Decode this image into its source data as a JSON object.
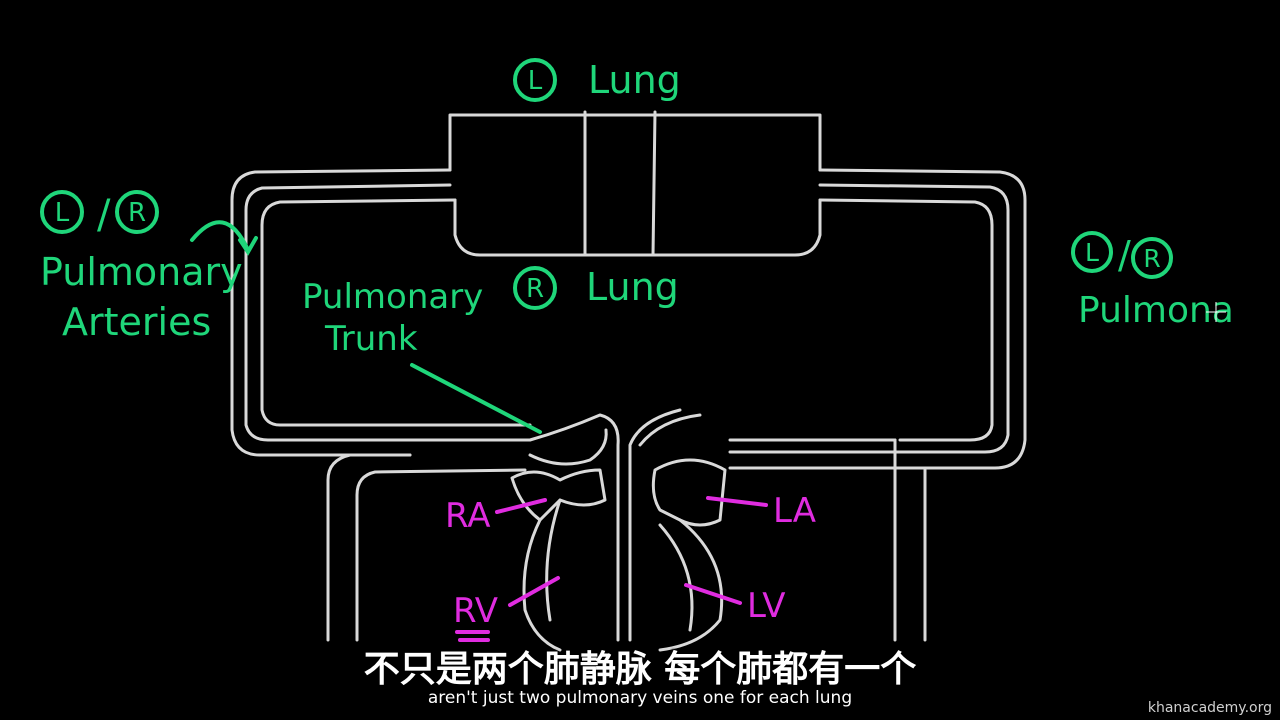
{
  "labels": {
    "left_lung_circle": "L",
    "left_lung": "Lung",
    "right_lung_circle": "R",
    "right_lung": "Lung",
    "pa_circle_l": "L",
    "pa_slash": "/",
    "pa_circle_r": "R",
    "pa_line1": "Pulmonary",
    "pa_line2": "Arteries",
    "trunk_line1": "Pulmonary",
    "trunk_line2": "Trunk",
    "pv_circle_l": "L",
    "pv_slash": "/",
    "pv_circle_r": "R",
    "pv_text": "Pulmona",
    "ra": "RA",
    "rv": "RV",
    "la": "LA",
    "lv": "LV"
  },
  "subtitles": {
    "zh": "不只是两个肺静脉 每个肺都有一个",
    "en": "aren't just two pulmonary veins one for each lung"
  },
  "watermark": "khanacademy.org",
  "colors": {
    "background": "#000000",
    "vessel": "#d9d9d9",
    "label_green": "#1fd67a",
    "label_magenta": "#e02ce0"
  }
}
